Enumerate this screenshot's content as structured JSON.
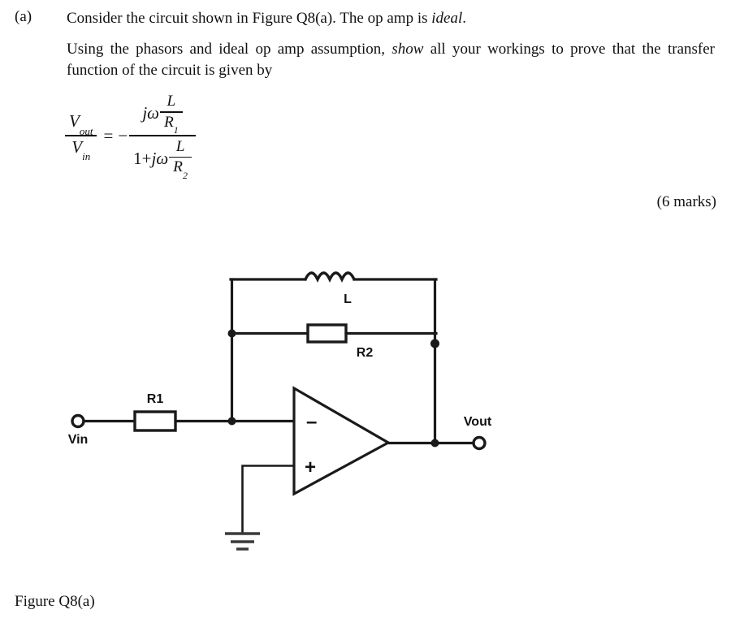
{
  "question": {
    "part_label": "(a)",
    "line1": "Consider the circuit shown in Figure Q8(a). The op amp is ",
    "line1_italic": "ideal",
    "line1_tail": ".",
    "para_a": "Using the phasors and ideal op amp assumption, ",
    "para_italic": "show",
    "para_b": " all your workings to prove that the transfer function of the circuit is given by",
    "marks": "(6 marks)"
  },
  "equation": {
    "lhs_num_var": "V",
    "lhs_num_sub": "out",
    "lhs_den_var": "V",
    "lhs_den_sub": "in",
    "equals": "=",
    "negative_sign": "−",
    "numerator_prefix": "jω",
    "numerator_frac_num": "L",
    "numerator_frac_den_var": "R",
    "numerator_frac_den_sub": "1",
    "denominator_one_plus": "1+ ",
    "denominator_prefix": "jω",
    "denominator_frac_num": "L",
    "denominator_frac_den_var": "R",
    "denominator_frac_den_sub": "2",
    "plain_text": "Vout / Vin = - ( jω L/R1 ) / ( 1 + jω L/R2 )"
  },
  "figure": {
    "caption": "Figure Q8(a)",
    "labels": {
      "inductor": "L",
      "resistor_feedback": "R2",
      "resistor_input": "R1",
      "input_terminal": "Vin",
      "output_terminal": "Vout",
      "opamp_inverting": "–",
      "opamp_noninverting": "+"
    },
    "circuit": {
      "type": "inverting-opamp-differentiator",
      "components": [
        "L",
        "R2",
        "R1",
        "op-amp",
        "ground"
      ],
      "nodes": [
        "Vin",
        "inverting-input",
        "output",
        "Vout"
      ]
    }
  },
  "colors": {
    "ink": "#111111",
    "wire": "#1a1a1a",
    "paper": "#ffffff",
    "ground": "#3a3a3a"
  }
}
